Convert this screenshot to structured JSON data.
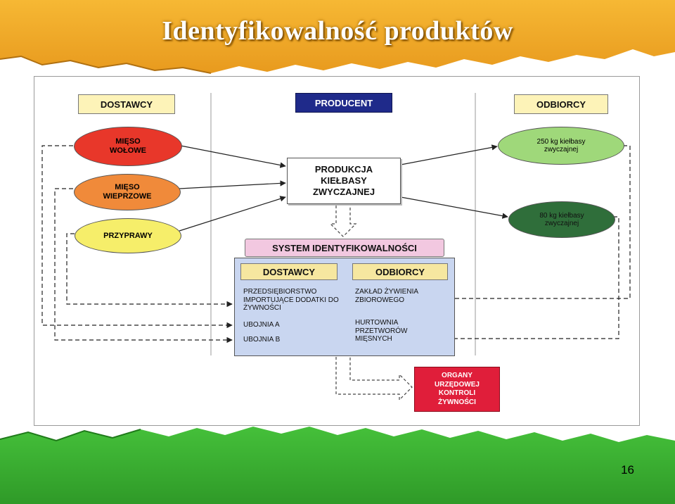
{
  "slide": {
    "title": "Identyfikowalność produktów",
    "page_number": "16"
  },
  "headers": {
    "suppliers": "DOSTAWCY",
    "producer": "PRODUCENT",
    "recipients": "ODBIORCY"
  },
  "inputs": [
    {
      "label": "MIĘSO WOŁOWE",
      "color": "#e8372a"
    },
    {
      "label": "MIĘSO WIEPRZOWE",
      "color": "#f08a3a"
    },
    {
      "label": "PRZYPRAWY",
      "color": "#f6ee6a"
    }
  ],
  "production": {
    "label": "PRODUKCJA KIEŁBASY ZWYCZAJNEJ"
  },
  "outputs": [
    {
      "label": "250 kg kiełbasy zwyczajnej",
      "color": "#9fd87a"
    },
    {
      "label": "80 kg kiełbasy zwyczajnej",
      "color": "#2f6e3a"
    }
  ],
  "system": {
    "title": "SYSTEM IDENTYFIKOWALNOŚCI",
    "col_suppliers": "DOSTAWCY",
    "col_recipients": "ODBIORCY",
    "suppliers": [
      "PRZEDSIĘBIORSTWO IMPORTUJĄCE DODATKI DO ŻYWNOŚCI",
      "UBOJNIA A",
      "UBOJNIA B"
    ],
    "recipients": [
      "ZAKŁAD ŻYWIENIA ZBIOROWEGO",
      "HURTOWNIA PRZETWORÓW MIĘSNYCH"
    ]
  },
  "control": {
    "label": "ORGANY URZĘDOWEJ KONTROLI ŻYWNOŚCI",
    "color": "#e01e3a"
  },
  "colors": {
    "header_supplier_bg": "#fdf3b8",
    "header_producer_bg": "#1f2a8a",
    "system_title_bg": "#f2c8e0",
    "system_bg": "#c9d6f0",
    "system_col_bg": "#f6e7a0",
    "banner_top": "#f4b030",
    "banner_bottom": "#3fb536"
  }
}
